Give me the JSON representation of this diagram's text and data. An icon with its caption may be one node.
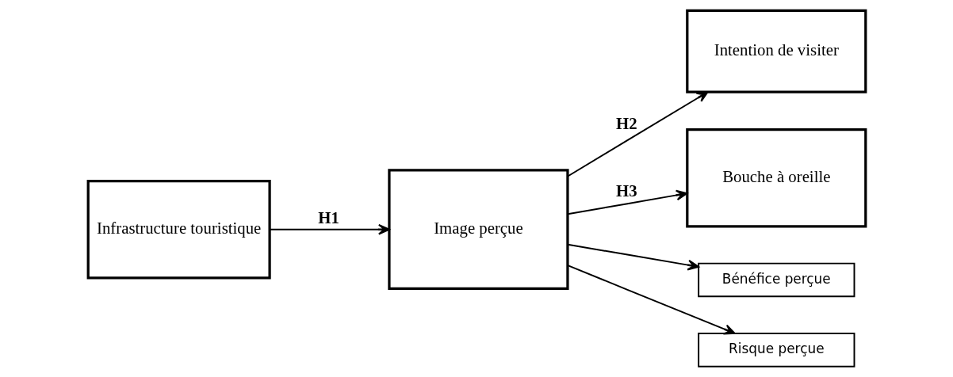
{
  "diagram": {
    "nodes": [
      {
        "text": [
          "Infrastructure touristique"
        ]
      },
      {
        "text": [
          "Image perçue"
        ]
      },
      {
        "text": [
          "Intention de visiter"
        ]
      },
      {
        "text": [
          "Bouche à oreille"
        ]
      },
      {
        "text": [
          "Bénéfice perçue"
        ]
      },
      {
        "text": [
          "Risque perçue"
        ]
      }
    ],
    "edges": [
      {
        "from": 0,
        "to": 1,
        "arrow": "to",
        "label": "H1"
      },
      {
        "from": 1,
        "to": 2,
        "arrow": "to",
        "label": "H2"
      },
      {
        "from": 1,
        "to": 3,
        "arrow": "to",
        "label": "H3"
      },
      {
        "from": 1,
        "to": 4,
        "arrow": "to"
      },
      {
        "from": 1,
        "to": 5,
        "arrow": "to"
      }
    ]
  }
}
